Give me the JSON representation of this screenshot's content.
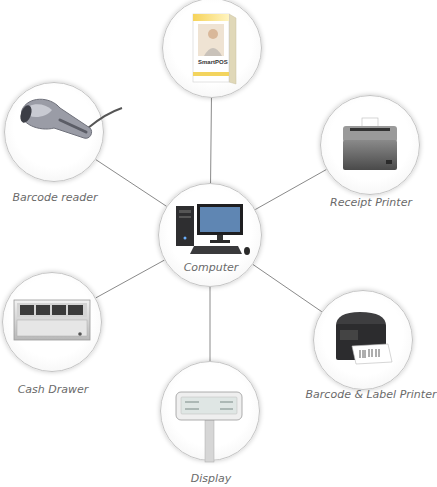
{
  "diagram": {
    "nodes": [
      {
        "text": [
          "SmartPOS"
        ]
      },
      {
        "text": [
          "Barcode reader"
        ]
      },
      {
        "text": [
          "Receipt Printer"
        ]
      },
      {
        "text": [
          "Computer"
        ]
      },
      {
        "text": [
          "Cash Drawer"
        ]
      },
      {
        "text": [
          "Barcode & Label Printer"
        ]
      },
      {
        "text": [
          "Display"
        ]
      }
    ],
    "edges": [
      {
        "from": 3,
        "to": 0,
        "arrow": "none"
      },
      {
        "from": 3,
        "to": 1,
        "arrow": "none"
      },
      {
        "from": 3,
        "to": 2,
        "arrow": "none"
      },
      {
        "from": 3,
        "to": 4,
        "arrow": "none"
      },
      {
        "from": 3,
        "to": 5,
        "arrow": "none"
      },
      {
        "from": 3,
        "to": 6,
        "arrow": "none"
      }
    ]
  }
}
